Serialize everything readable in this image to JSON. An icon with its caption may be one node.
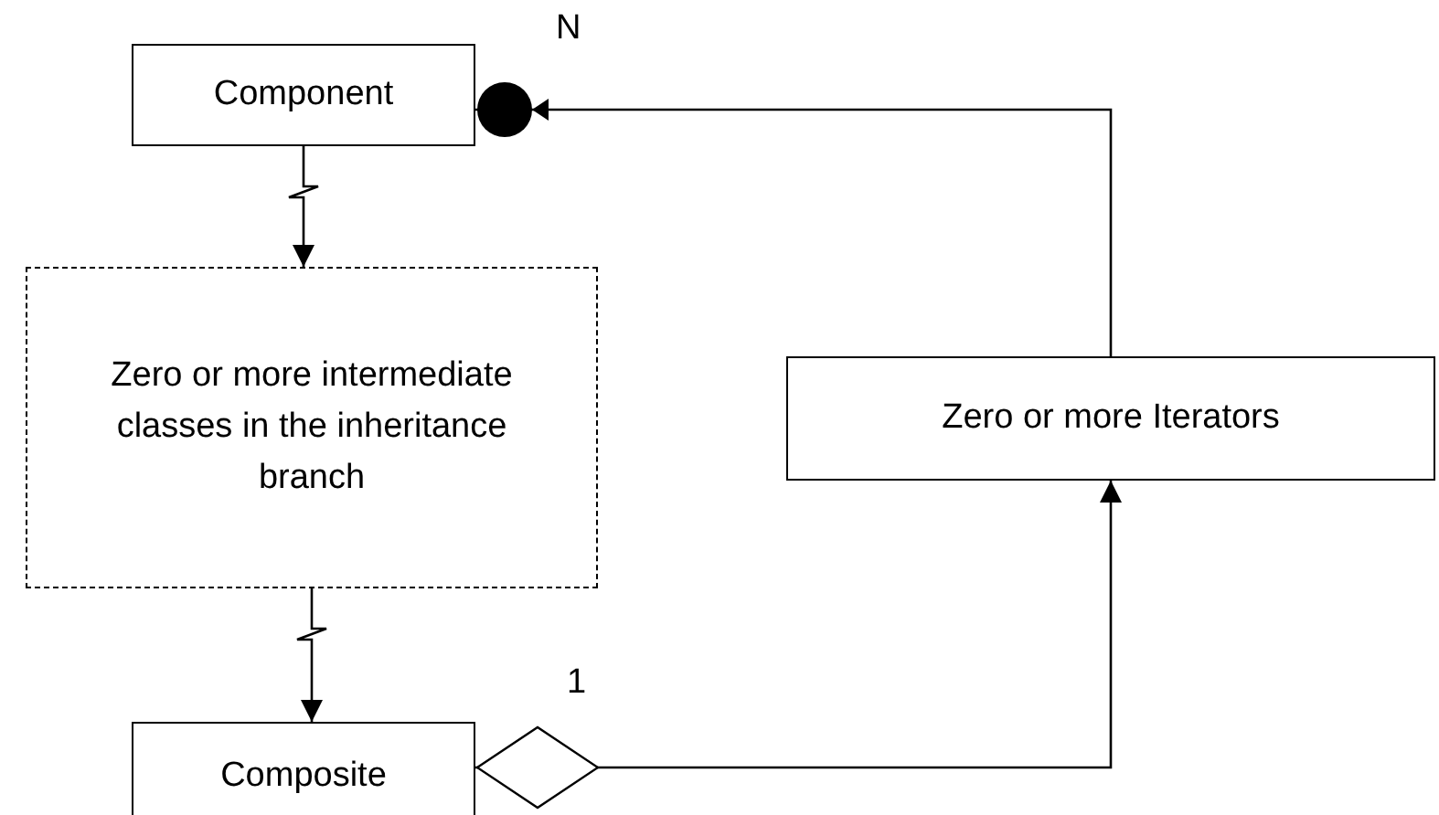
{
  "diagram": {
    "nodes": [
      {
        "text": [
          "Component"
        ]
      },
      {
        "text": [
          "Zero or more intermediate classes in the inheritance branch"
        ]
      },
      {
        "text": [
          "Composite"
        ]
      },
      {
        "text": [
          "Zero or more Iterators"
        ]
      }
    ],
    "edges": [
      {
        "from": 0,
        "to": 1,
        "arrow": "to"
      },
      {
        "from": 1,
        "to": 2,
        "arrow": "to"
      },
      {
        "from": 2,
        "to": 3,
        "arrow": "to"
      },
      {
        "from": 3,
        "to": 0,
        "arrow": "to"
      }
    ],
    "labels": [
      "N",
      "1"
    ]
  }
}
